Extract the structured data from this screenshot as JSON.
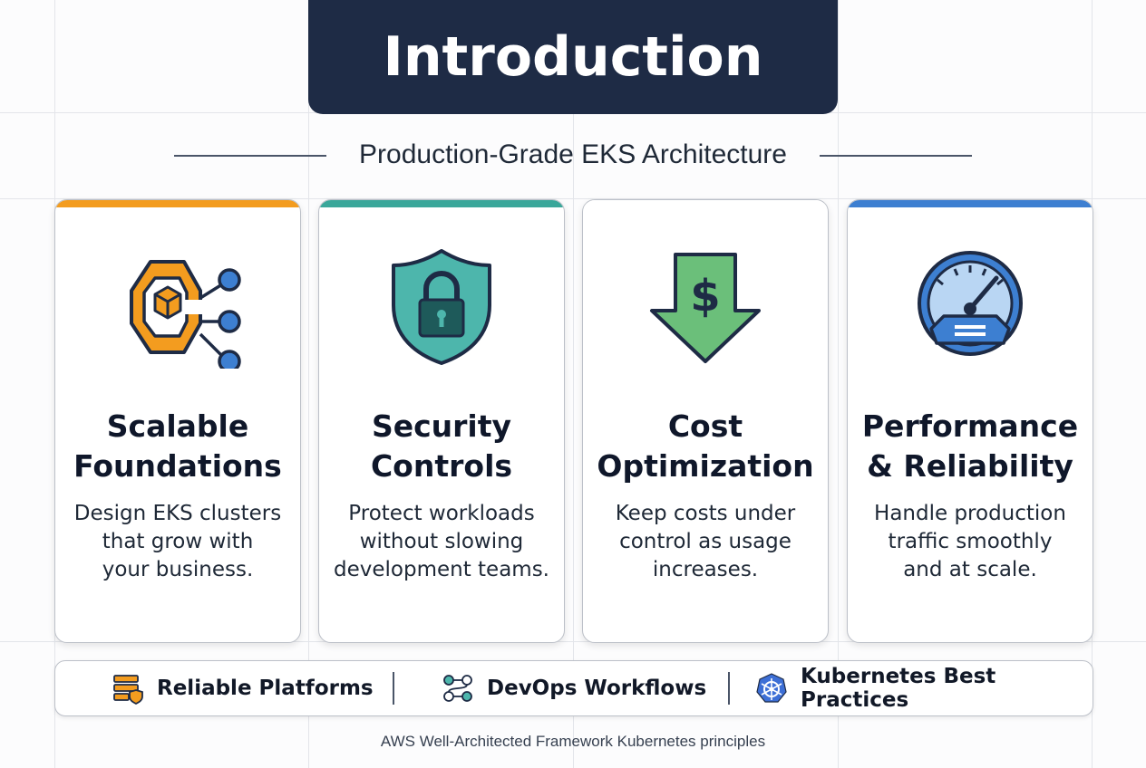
{
  "title": "Introduction",
  "subtitle": "Production-Grade EKS Architecture",
  "cards": [
    {
      "title": "Scalable\nFoundations",
      "description": "Design EKS clusters\nthat grow with\nyour business.",
      "accent_color": "#f39c1f",
      "icon": "hexagon-cube-network-icon"
    },
    {
      "title": "Security\nControls",
      "description": "Protect workloads\nwithout slowing\ndevelopment teams.",
      "accent_color": "#3aa79a",
      "icon": "shield-lock-icon"
    },
    {
      "title": "Cost\nOptimization",
      "description": "Keep costs under\ncontrol as usage\nincreases.",
      "accent_color": "#4caf6a",
      "icon": "dollar-down-arrow-icon"
    },
    {
      "title": "Performance\n& Reliability",
      "description": "Handle production\ntraffic smoothly\nand at scale.",
      "accent_color": "#3d7fd1",
      "icon": "speedometer-gauge-icon"
    }
  ],
  "features": [
    {
      "label": "Reliable Platforms",
      "icon": "server-shield-icon"
    },
    {
      "label": "DevOps Workflows",
      "icon": "workflow-icon"
    },
    {
      "label": "Kubernetes Best Practices",
      "icon": "kubernetes-icon"
    }
  ],
  "footnote": "AWS Well-Architected Framework Kubernetes principles"
}
